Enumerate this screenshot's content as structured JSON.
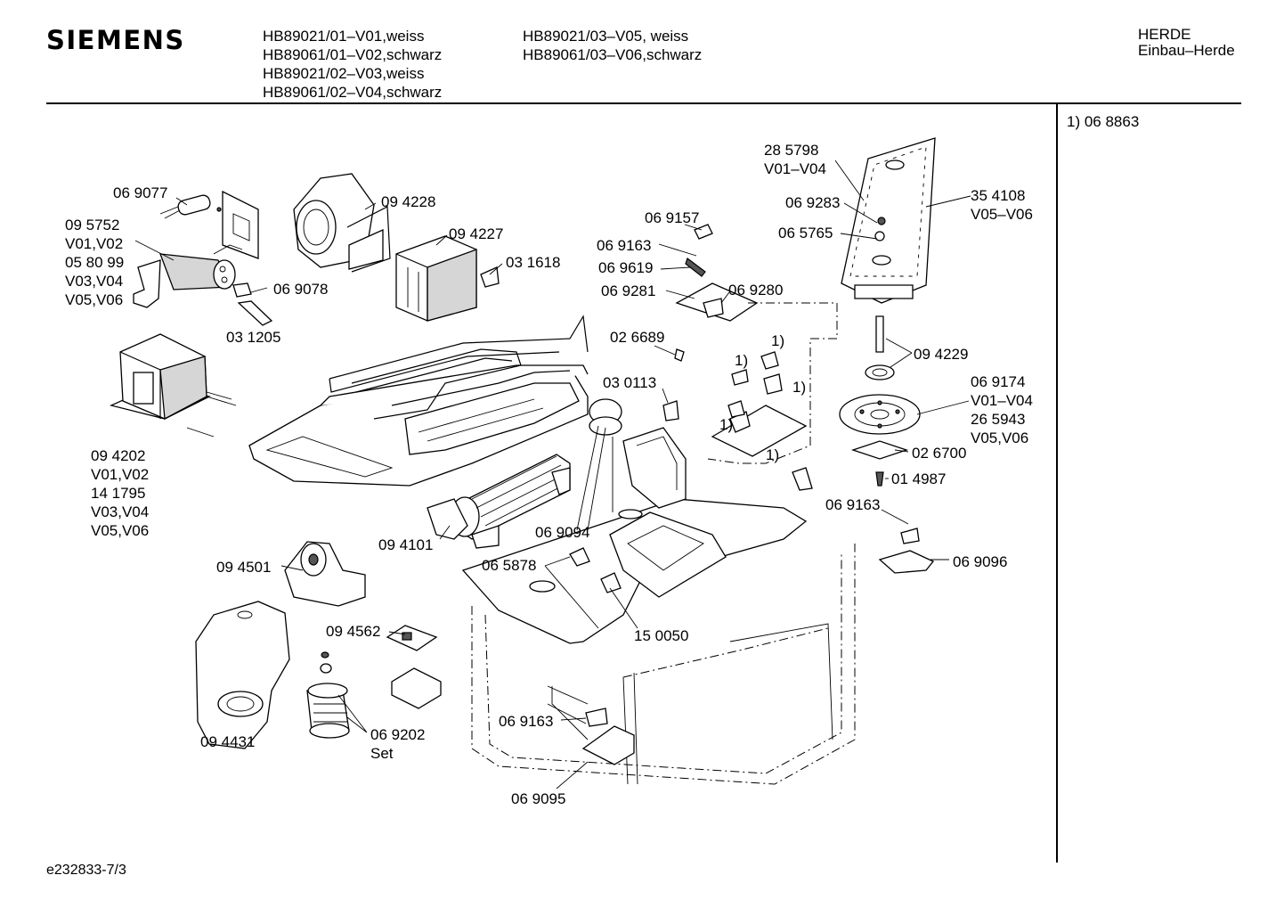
{
  "header": {
    "brand": "SIEMENS",
    "models_col1": [
      "HB89021/01–V01,weiss",
      "HB89061/01–V02,schwarz",
      "HB89021/02–V03,weiss",
      "HB89061/02–V04,schwarz"
    ],
    "models_col2": [
      "HB89021/03–V05, weiss",
      "HB89061/03–V06,schwarz"
    ],
    "category": [
      "HERDE",
      "Einbau–Herde"
    ]
  },
  "side_note": "1) 06 8863",
  "footer_code": "e232833-7/3",
  "callouts": {
    "c069077": "06 9077",
    "c095752": [
      "09 5752",
      "V01,V02",
      "05 80 99",
      "V03,V04",
      "V05,V06"
    ],
    "c069078": "06 9078",
    "c031205": "03 1205",
    "c094228": "09 4228",
    "c094227": "09 4227",
    "c031618": "03 1618",
    "c094202": [
      "09 4202",
      "V01,V02",
      "14 1795",
      "V03,V04",
      "V05,V06"
    ],
    "c094101": "09 4101",
    "c094501": "09 4501",
    "c094562": "09 4562",
    "c094431": "09 4431",
    "c069202": [
      "06 9202",
      "Set"
    ],
    "c069157": "06 9157",
    "c069163a": "06 9163",
    "c069619": "06 9619",
    "c069281": "06 9281",
    "c069280": "06 9280",
    "c026689": "02 6689",
    "c030113": "03 0113",
    "c069094": "06 9094",
    "c065878": "06 5878",
    "c150050": "15 0050",
    "c069163b": "06 9163",
    "c069095": "06 9095",
    "c285798": [
      "28 5798",
      "V01–V04"
    ],
    "c069283": "06 9283",
    "c065765": "06 5765",
    "c354108": [
      "35 4108",
      "V05–V06"
    ],
    "c094229": "09 4229",
    "c069174": [
      "06 9174",
      "V01–V04",
      "26 5943",
      "V05,V06"
    ],
    "c026700": "02 6700",
    "c014987": "01 4987",
    "c069163c": "06 9163",
    "c069096": "06 9096",
    "note_marks": [
      "1)",
      "1)",
      "1)",
      "1)",
      "1)"
    ]
  }
}
